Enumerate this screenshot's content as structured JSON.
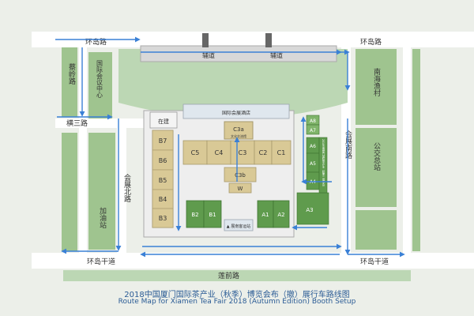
{
  "colors": {
    "background": "#ecefe9",
    "road": "#ffffff",
    "block_green": "#9fc48f",
    "plaza_green": "#bcd7b4",
    "hall_tan": "#d9c996",
    "hall_green": "#5f9b4d",
    "hall_green_light": "#7fb46a",
    "route_blue": "#3a80d6",
    "label": "#333333",
    "caption": "#2a5b95"
  },
  "roads": {
    "top": "环岛路",
    "top_right": "环岛路",
    "service_left": "辅道",
    "service_right": "辅道",
    "left_vertical": "蔡岭路",
    "left_middle": "横三路",
    "exhibition_north": "会展北路",
    "exhibition_south": "会展南路",
    "bottom_left": "环岛干道",
    "bottom_right": "环岛干道",
    "bottom_center": "莲前路"
  },
  "landmarks": {
    "conference_center": "国际会议中心",
    "gas_station": "加油站",
    "fishing_village": "南海渔村",
    "bus_station": "公交总站",
    "hotel": "国际会展酒店",
    "under_construction": "在建",
    "wharf": "▲ 展南客运站"
  },
  "halls": {
    "B": [
      "B7",
      "B6",
      "B5",
      "B4",
      "B3"
    ],
    "C": [
      "C5",
      "C4",
      "C3",
      "C2",
      "C1"
    ],
    "C3a": "C3a",
    "C3a_sub": "文化交流馆",
    "C3b": "C3b",
    "W": "W",
    "B2": "B2",
    "B1": "B1",
    "A": [
      "A8",
      "A7",
      "A6",
      "A5",
      "A4",
      "A3"
    ],
    "A1": "A1",
    "A2": "A2",
    "A_vertical": "2018中国厦门国际茶产业（秋季）博览会"
  },
  "caption": {
    "zh": "2018中国厦门国际茶产业（秋季）博览会布（撤）展行车路线图",
    "en1": "Route Map for Xiamen Tea Fair 2018 (Autumn Edition)  Booth Setup",
    "en2": ""
  }
}
